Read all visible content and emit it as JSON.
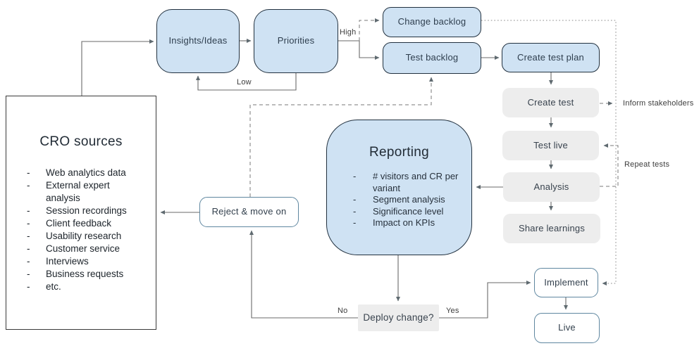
{
  "ui": {
    "bullet": "-"
  },
  "nodes": {
    "cro_sources": {
      "title": "CRO sources",
      "items": [
        "Web analytics data",
        "External expert analysis",
        "Session recordings",
        "Client feedback",
        "Usability research",
        "Customer service",
        "Interviews",
        "Business requests",
        "etc."
      ]
    },
    "insights": {
      "label": "Insights/Ideas"
    },
    "priorities": {
      "label": "Priorities"
    },
    "change_backlog": {
      "label": "Change backlog"
    },
    "test_backlog": {
      "label": "Test backlog"
    },
    "create_test_plan": {
      "label": "Create test plan"
    },
    "create_test": {
      "label": "Create test"
    },
    "test_live": {
      "label": "Test live"
    },
    "analysis": {
      "label": "Analysis"
    },
    "share_learnings": {
      "label": "Share learnings"
    },
    "reporting": {
      "title": "Reporting",
      "items": [
        "# visitors and CR per variant",
        "Segment analysis",
        "Significance level",
        "Impact on KPIs"
      ]
    },
    "reject": {
      "label": "Reject & move on"
    },
    "deploy": {
      "label": "Deploy change?"
    },
    "implement": {
      "label": "Implement"
    },
    "live": {
      "label": "Live"
    }
  },
  "edge_labels": {
    "high": "High",
    "low": "Low",
    "no": "No",
    "yes": "Yes",
    "inform": "Inform stakeholders",
    "repeat": "Repeat tests"
  },
  "colors": {
    "node_blue_fill": "#cfe2f3",
    "node_blue_border": "#22313f",
    "node_gray_fill": "#ededed",
    "outline_box_border": "#5f87a0",
    "connector": "#6a6a6a",
    "text_dark": "#2e3e4e"
  }
}
